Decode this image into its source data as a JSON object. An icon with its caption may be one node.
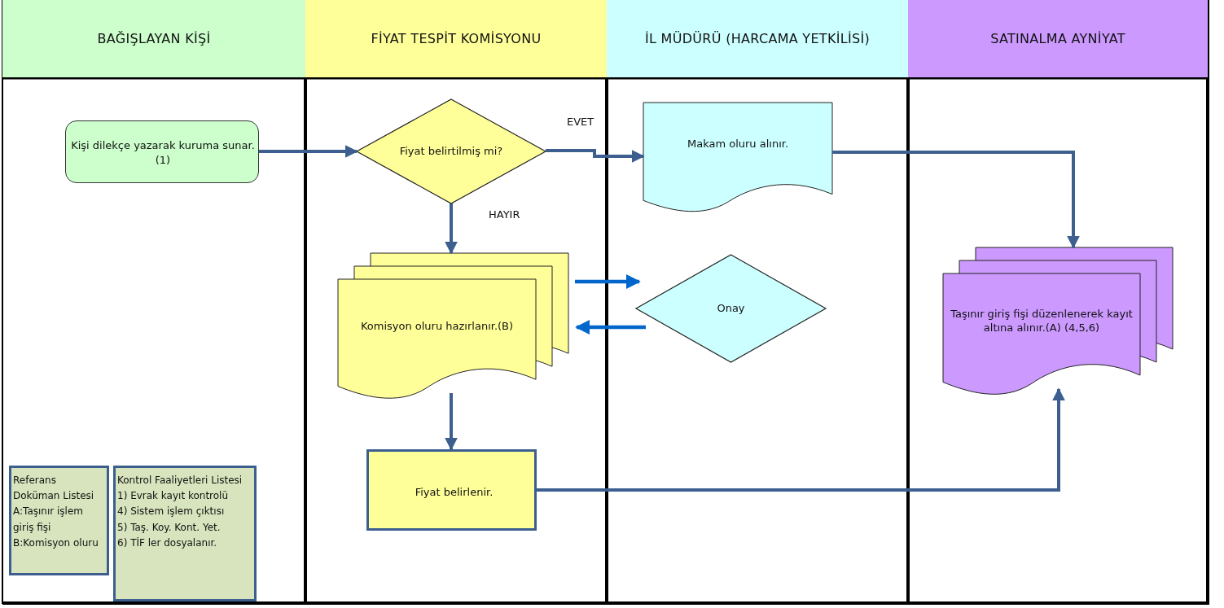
{
  "diagram": {
    "nodes": [
      {
        "text": [
          "BAĞIŞLAYAN KİŞİ"
        ]
      },
      {
        "text": [
          "FİYAT TESPİT KOMİSYONU"
        ]
      },
      {
        "text": [
          "İL MÜDÜRÜ (HARCAMA YETKİLİSİ)"
        ]
      },
      {
        "text": [
          "SATINALMA AYNİYAT"
        ]
      },
      {
        "text": [
          "Kişi dilekçe yazarak kuruma sunar. (1)"
        ]
      },
      {
        "text": [
          "Fiyat belirtilmiş mi?"
        ]
      },
      {
        "text": [
          "Makam oluru alınır."
        ]
      },
      {
        "text": [
          "Komisyon oluru hazırlanır.(B)"
        ]
      },
      {
        "text": [
          "Onay"
        ]
      },
      {
        "text": [
          "Fiyat belirlenir."
        ]
      },
      {
        "text": [
          "Taşınır giriş fişi düzenlenerek kayıt altına alınır.(A) (4,5,6)"
        ]
      },
      {
        "text": [
          "Referans Doküman Listesi",
          "A:Taşınır işlem giriş fişi",
          "B:Komisyon oluru"
        ]
      },
      {
        "text": [
          "Kontrol Faaliyetleri Listesi",
          "1) Evrak kayıt kontrolü",
          "4) Sistem işlem çıktısı",
          "5) Taş. Koy. Kont. Yet.",
          "6) TİF ler dosyalanır."
        ]
      }
    ],
    "edges": [
      {
        "from": 4,
        "to": 5,
        "arrow": "to"
      },
      {
        "from": 5,
        "to": 6,
        "arrow": "to",
        "label": "EVET"
      },
      {
        "from": 5,
        "to": 7,
        "arrow": "to",
        "label": "HAYIR"
      },
      {
        "from": 6,
        "to": 10,
        "arrow": "to"
      },
      {
        "from": 7,
        "to": 8,
        "arrow": "to",
        "color": "#0066cc"
      },
      {
        "from": 8,
        "to": 7,
        "arrow": "to",
        "color": "#0066cc"
      },
      {
        "from": 7,
        "to": 9,
        "arrow": "to"
      },
      {
        "from": 9,
        "to": 10,
        "arrow": "to"
      }
    ]
  }
}
